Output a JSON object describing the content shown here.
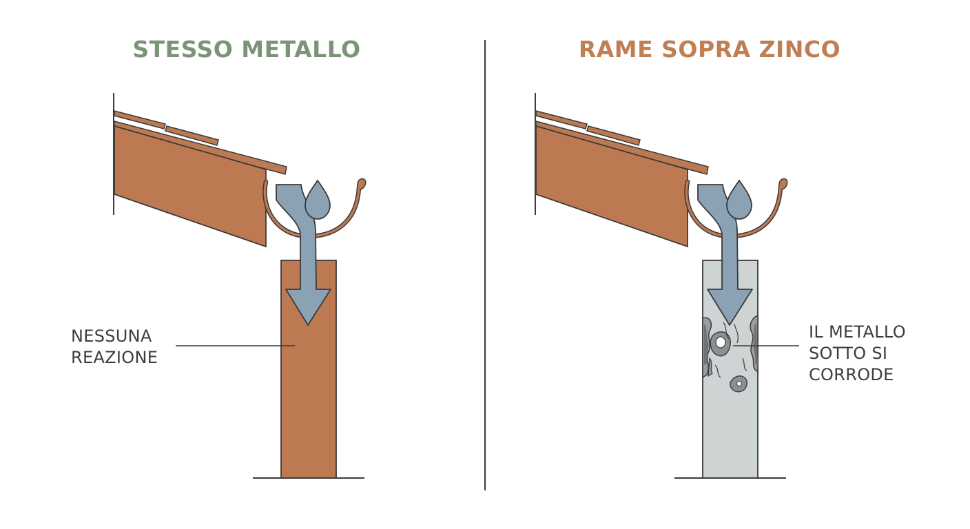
{
  "panels": {
    "left": {
      "title": "STESSO METALLO",
      "callout_line1": "NESSUNA",
      "callout_line2": "REAZIONE"
    },
    "right": {
      "title": "RAME SOPRA ZINCO",
      "callout_line1": "IL METALLO",
      "callout_line2": "SOTTO SI",
      "callout_line3": "CORRODE"
    }
  },
  "colors": {
    "title_left": "#7b9478",
    "title_right": "#c07f52",
    "copper": "#bd7a52",
    "zinc": "#ced3d4",
    "water": "#8aa2b4",
    "outline": "#3a3a3a"
  },
  "icons": [
    "water-drop-icon",
    "flow-arrow-icon"
  ]
}
